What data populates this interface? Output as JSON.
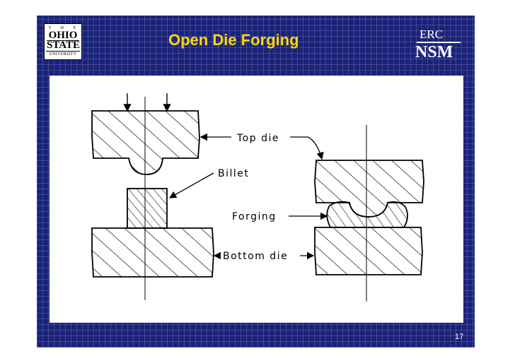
{
  "slide": {
    "title": "Open Die Forging",
    "page_number": "17"
  },
  "logos": {
    "osu": {
      "line1": "T H E",
      "line2": "OHIO",
      "line3": "STATE",
      "line4": "UNIVERSITY"
    },
    "erc": {
      "top": "ERC",
      "bottom": "NSM"
    }
  },
  "diagram": {
    "labels": {
      "top_die": "Top die",
      "billet": "Billet",
      "forging": "Forging",
      "bottom_die": "Bottom die"
    }
  },
  "colors": {
    "slide_background": "#1a237a",
    "title": "#ffd700",
    "content_background": "#ffffff"
  }
}
